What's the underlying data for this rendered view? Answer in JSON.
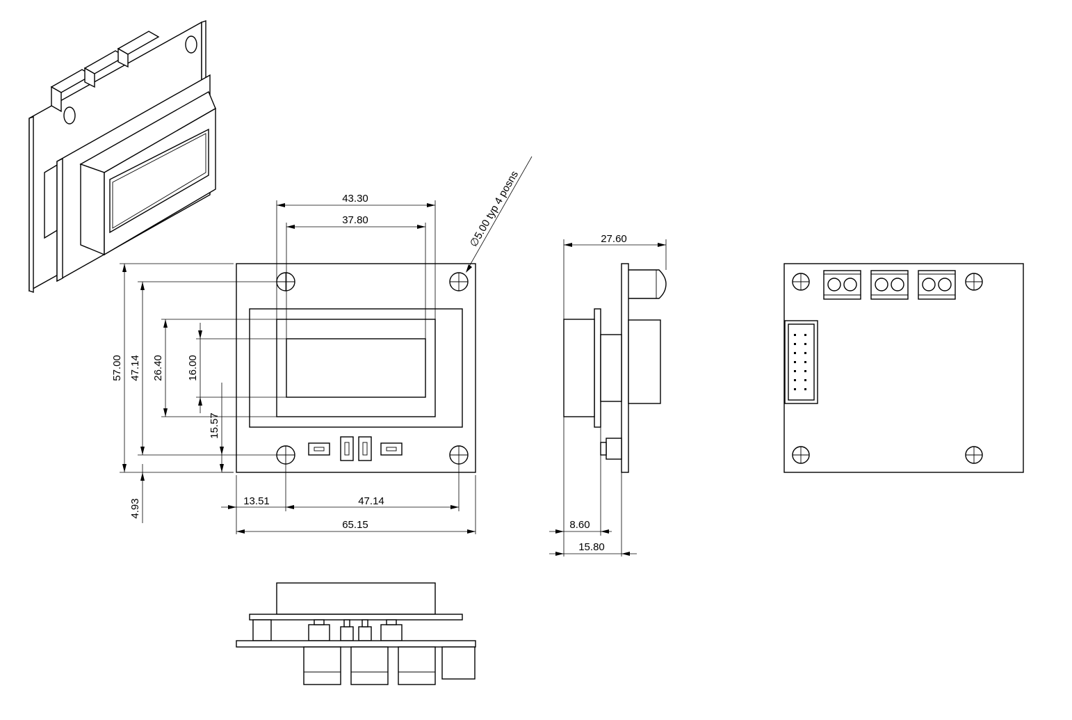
{
  "dimensions": {
    "overall_height": "57.00",
    "hole_pitch_vertical": "47.14",
    "window_outer_height": "26.40",
    "window_inner_height": "16.00",
    "hole_row_offset": "15.57",
    "bottom_offset": "4.93",
    "window_outer_width": "43.30",
    "window_inner_width": "37.80",
    "hole_diameter_note": "∅5.00 typ 4 posns",
    "hole_edge_offset": "13.51",
    "hole_pitch_horizontal": "47.14",
    "overall_width": "65.15",
    "side_depth_total": "27.60",
    "side_offset_small": "8.60",
    "side_offset_pcb": "15.80"
  }
}
